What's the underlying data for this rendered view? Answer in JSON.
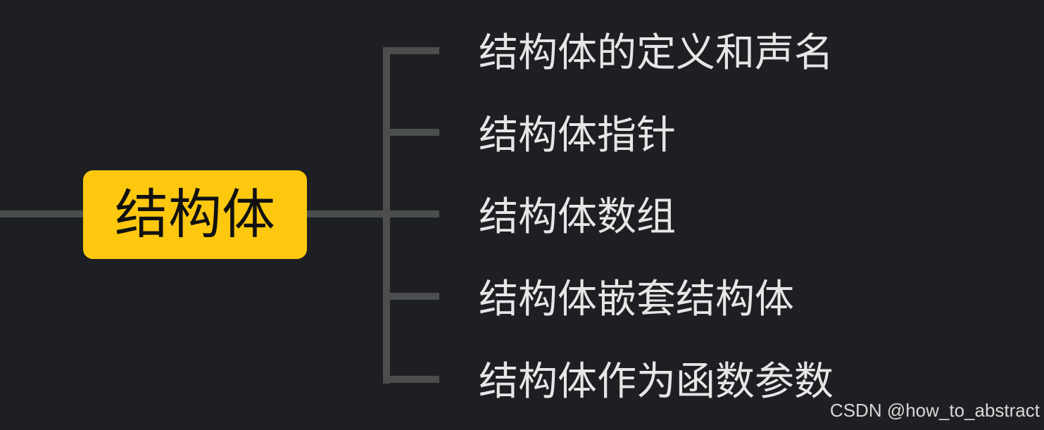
{
  "mindmap": {
    "root": {
      "label": "结构体"
    },
    "branches": [
      {
        "label": "结构体的定义和声名"
      },
      {
        "label": "结构体指针"
      },
      {
        "label": "结构体数组"
      },
      {
        "label": "结构体嵌套结构体"
      },
      {
        "label": "结构体作为函数参数"
      }
    ]
  },
  "watermark": {
    "text": "CSDN @how_to_abstract"
  },
  "colors": {
    "background": "#1d1f22",
    "root_fill": "#fec80f",
    "root_text": "#111111",
    "branch_text": "#e6e6e6",
    "connector": "#4b4e4d"
  }
}
